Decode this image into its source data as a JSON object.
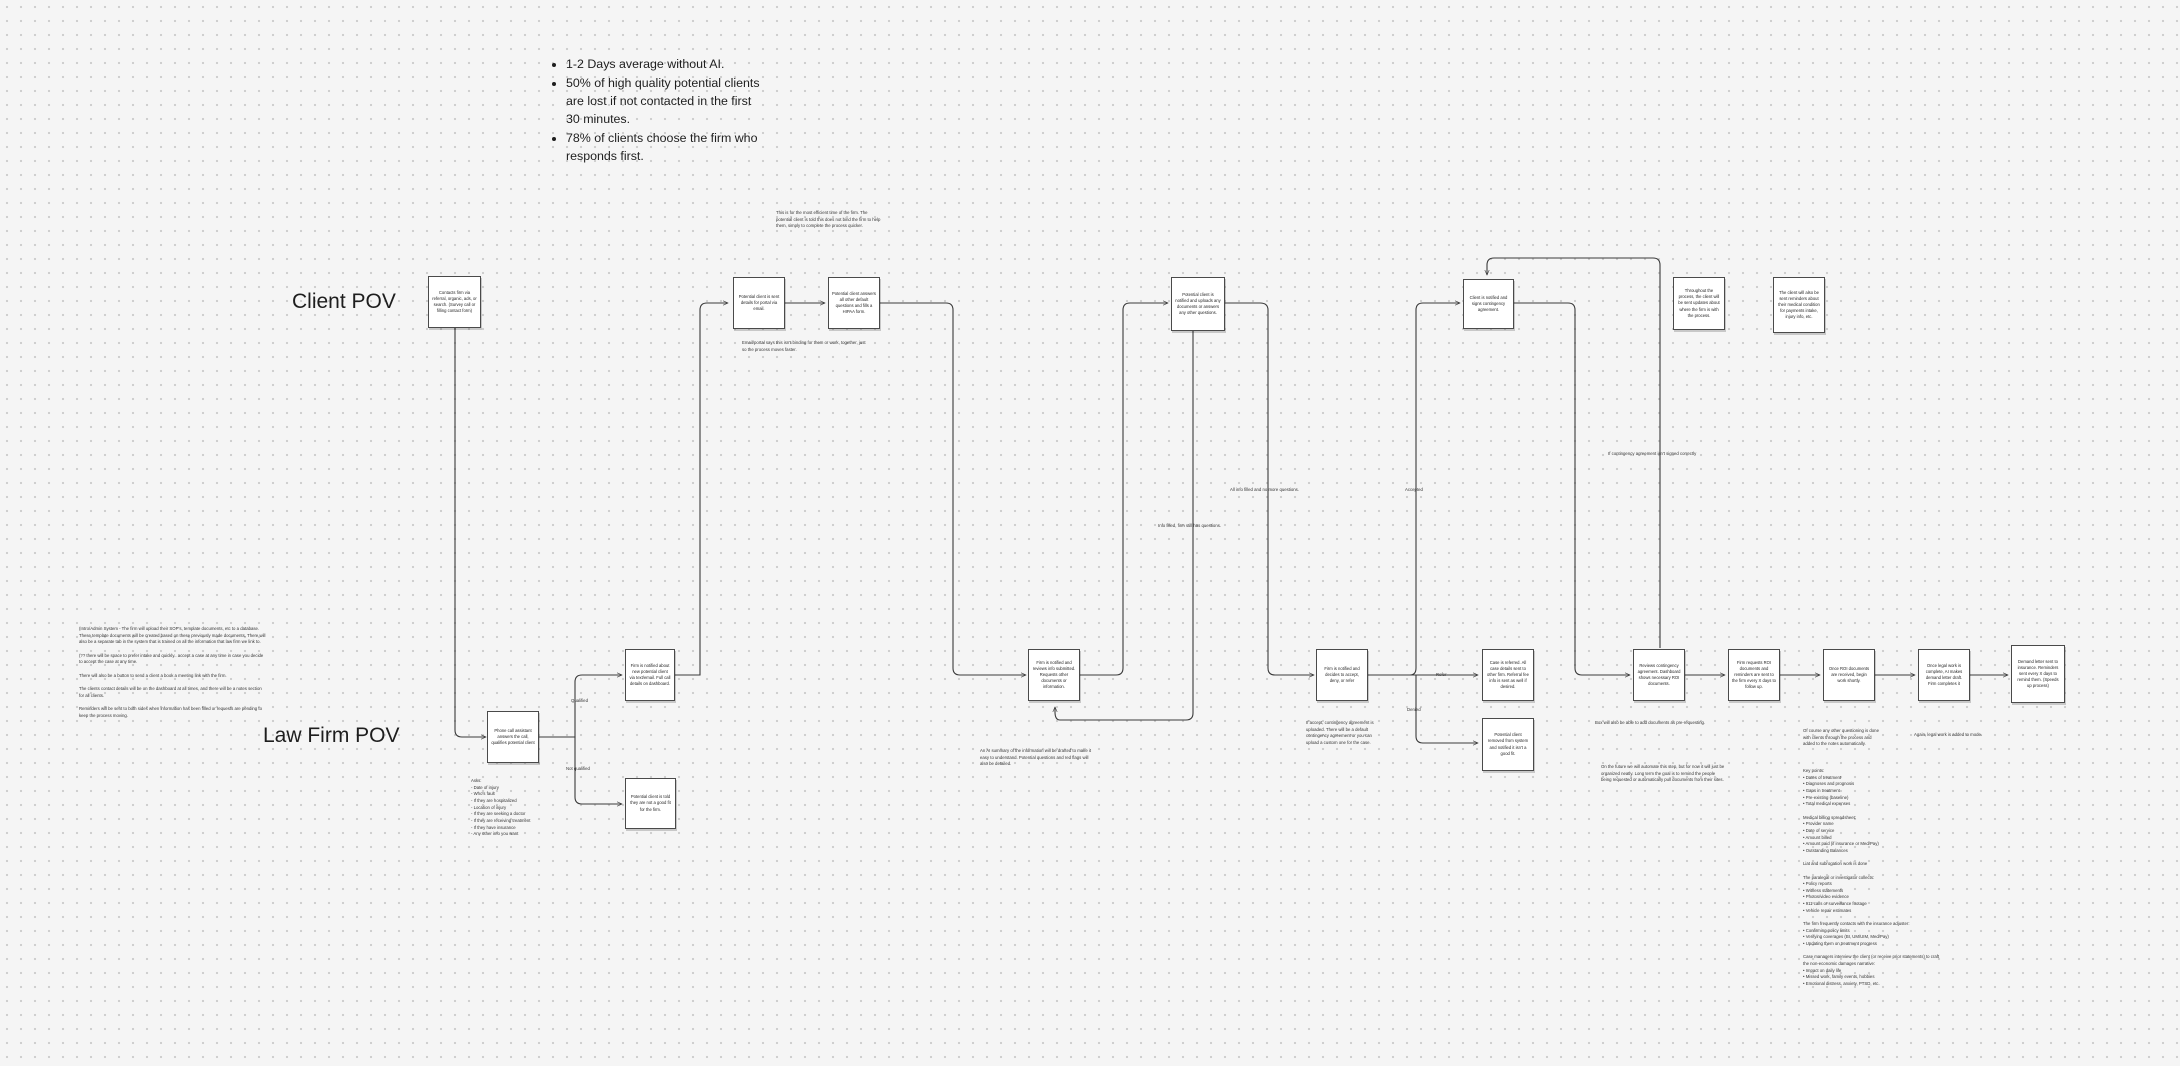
{
  "lanes": {
    "client": "Client POV",
    "law_firm": "Law Firm POV"
  },
  "stats": [
    "1-2 Days average without AI.",
    "50% of high quality potential clients are lost if not contacted in the first 30 minutes.",
    "78% of clients choose the firm who responds first."
  ],
  "nodes": {
    "contact": "Contacts firm via referral, organic, ads, or search. (Survey call or filling contact form)",
    "ai_sent": "Potential client is sent details for portal via email.",
    "answers": "Potential client answers all other default questions and fills a HIPAA form.",
    "uploads": "Potential client is notified and uploads any documents or answers any other questions.",
    "signs": "Client is notified and signs contingency agreement.",
    "updates": "Throughout the process, the client will be sent updates about where the firm is with the process.",
    "reminders": "The client will also be sent reminders about their medical condition for payments intake, injury info, etc.",
    "phone_call": "Phone call assistant answers the call, qualifies potential client",
    "notified_new": "Firm is notified about new potential client via text/email. Full call details on dashboard.",
    "not_good": "Potential client is told they are not a good fit for the firm.",
    "reviews": "Firm is notified and reviews info submitted. Requests other documents or information.",
    "decides": "Firm is notified and decides to accept, deny, or refer",
    "referred": "Case is referred. All case details sent to other firm. Referral fee info is sent as well if desired.",
    "removed": "Potential client removed from system and notified it isn't a good fit.",
    "contingency": "Reviews contingency agreement. Dashboard shows necessary ROI documents.",
    "roi": "Firm requests ROI documents and reminders are sent to the firm every X days to follow up.",
    "once_roi": "Once ROI documents are received, begin work shortly.",
    "legal_work": "Once legal work is complete, AI makes demand letter draft. Firm completes it",
    "demand": "Demand letter sent to insurance. Reminders sent every X days to remind them. (Speeds up process)"
  },
  "edge_labels": {
    "qualified": "Qualified",
    "not_qualified": "Not qualified",
    "all_info": "All info filled and no more questions.",
    "info_filled": "Info filled, firm still has questions.",
    "accepted": "Accepted",
    "refer": "Refer",
    "denied": "Denied",
    "not_signed": "If contingency agreement isn't signed correctly"
  },
  "notes": {
    "firm_note": "This is for the most efficient time of the firm. The potential client is told this does not bind the firm to help them, simply to complete the process quicker.",
    "email_note": "Email/portal says this isn't binding for them or work, together, just so the process moves faster.",
    "intake_system": "(Intro/Admin System - The firm will upload their SOP's, template documents, etc to a database. These template documents will be created based on these previously made documents. There will also be a separate tab in the system that is trained on all the information that law firm we link to.\n\n(?? there will be space to prefer intake and quickly.. accept a case at any time in case you decide to accept the case at any time.\n\nThere will also be a button to send a client a book a meeting link with the firm.\n\nThe clients contact details will be on the dashboard at all times, and there will be a notes section for all clients.\n\nReminders will be sent to both sides when information has been filled or requests are pending to keep the process moving.",
    "asks": "Asks:\n- Date of injury\n- Who's fault\n- If they are hospitalized\n- Location of injury\n- If they are seeking a doctor\n- If they are receiving treatment\n- If they have insurance\n- Any other info you want",
    "ai_summary": "An AI summary of the information will be drafted to make it easy to understand. Potential questions and red flags will also be detailed.",
    "accept_note": "If accept, contingency agreement is uploaded. There will be a default contingency agreement or you can upload a custom one for the case.",
    "also_able": "Box will also be able to add documents as pre-requesting.",
    "future": "On the future we will automate this step, but for now it will just be organized neatly. Long term the goal is to remind the people being requested or automatically pull documents from their sites.",
    "questioning": "Of course any other questioning is done with clients through the process and added to the notes automatically.",
    "legal_work_note": "Again, legal work is added to mode.",
    "right_column": "Key points:\n  • Dates of treatment\n  • Diagnoses and prognosis\n  • Gaps in treatment\n  • Pre-existing (baseline)\n  • Total medical expenses\n\nMedical billing spreadsheet:\n  • Provider name\n  • Date of service\n  • Amount billed\n  • Amount paid (if insurance or Med/Pay)\n  • Outstanding Balances\n\nLiat and subrogation work is done\n\nThe paralegal or investigator collects:\n  • Policy reports\n  • Witness statements\n  • Photos/video evidence\n  • 911 calls or surveillance footage\n  • Vehicle repair estimates\n\nThe firm frequently contacts with the insurance adjuster:\n  • Confirming policy limits\n  • Verifying coverages (BI, UM/UIM, Med/Pay)\n  • Updating them on treatment progress\n\nCase managers interview the client (or receive prior statements) to craft the non-economic damages narrative:\n  • Impact on daily life\n  • Missed work, family events, hobbies\n  • Emotional distress, anxiety, PTSD, etc."
  }
}
